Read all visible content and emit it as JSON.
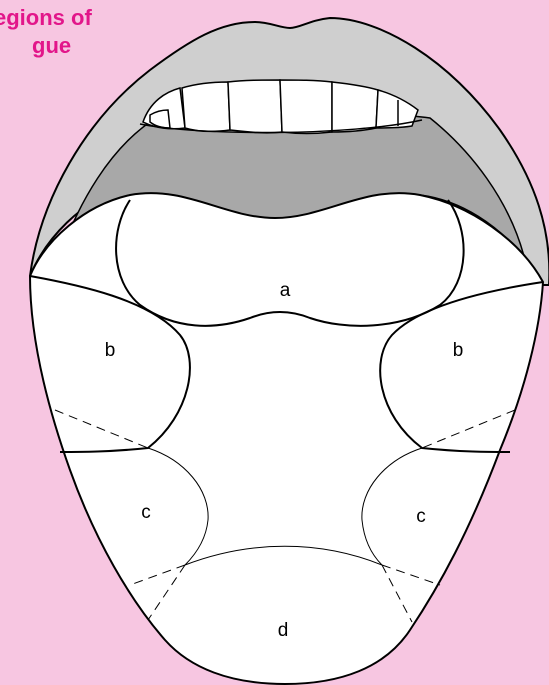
{
  "title": {
    "line1": "egions of",
    "line2": "gue"
  },
  "colors": {
    "background": "#f7c6e1",
    "title_text": "#e2168a",
    "lips": "#cfcfcf",
    "mouth_interior": "#a8a8a8",
    "tongue": "#ffffff",
    "outline": "#000000"
  },
  "regions": {
    "a": "a",
    "b_left": "b",
    "b_right": "b",
    "c_left": "c",
    "c_right": "c",
    "d": "d"
  }
}
